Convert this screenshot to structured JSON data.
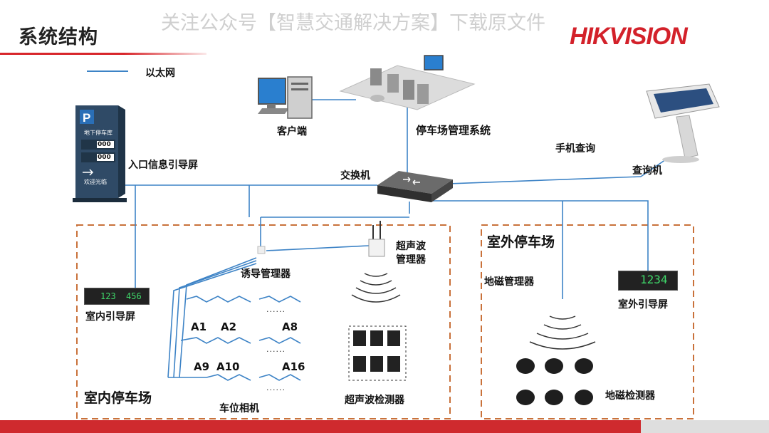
{
  "header": {
    "title": "系统结构",
    "watermark": "关注公众号【智慧交通解决方案】下载原文件",
    "brand": "HIKVISION"
  },
  "legend": {
    "ethernet": "以太网"
  },
  "nodes": {
    "client": "客户端",
    "parking_system": "停车场管理系统",
    "mobile_query": "手机查询",
    "query_kiosk": "查询机",
    "switch": "交换机",
    "entrance_screen": "入口信息引导屏",
    "ultrasonic_manager": "超声波\n管理器",
    "guidance_manager": "诱导管理器",
    "indoor_screen": "室内引导屏",
    "ultrasonic_detector": "超声波检测器",
    "indoor_parking": "室内停车场",
    "space_camera": "车位相机",
    "outdoor_parking": "室外停车场",
    "geomag_manager": "地磁管理器",
    "outdoor_screen": "室外引导屏",
    "geomag_detector": "地磁检测器"
  },
  "slots": [
    "A1",
    "A2",
    "A8",
    "A9",
    "A10",
    "A16"
  ],
  "ellipsis": "......",
  "entrance_sign": {
    "header": "地下停车库",
    "row1": "000",
    "row2": "000",
    "welcome": "欢迎光临"
  },
  "indoor_screen_display": {
    "left": "123",
    "right": "456"
  },
  "outdoor_screen_display": "1234",
  "colors": {
    "line": "#3d83c6",
    "brand": "#d3212a",
    "dashed_box": "#c9713a"
  }
}
